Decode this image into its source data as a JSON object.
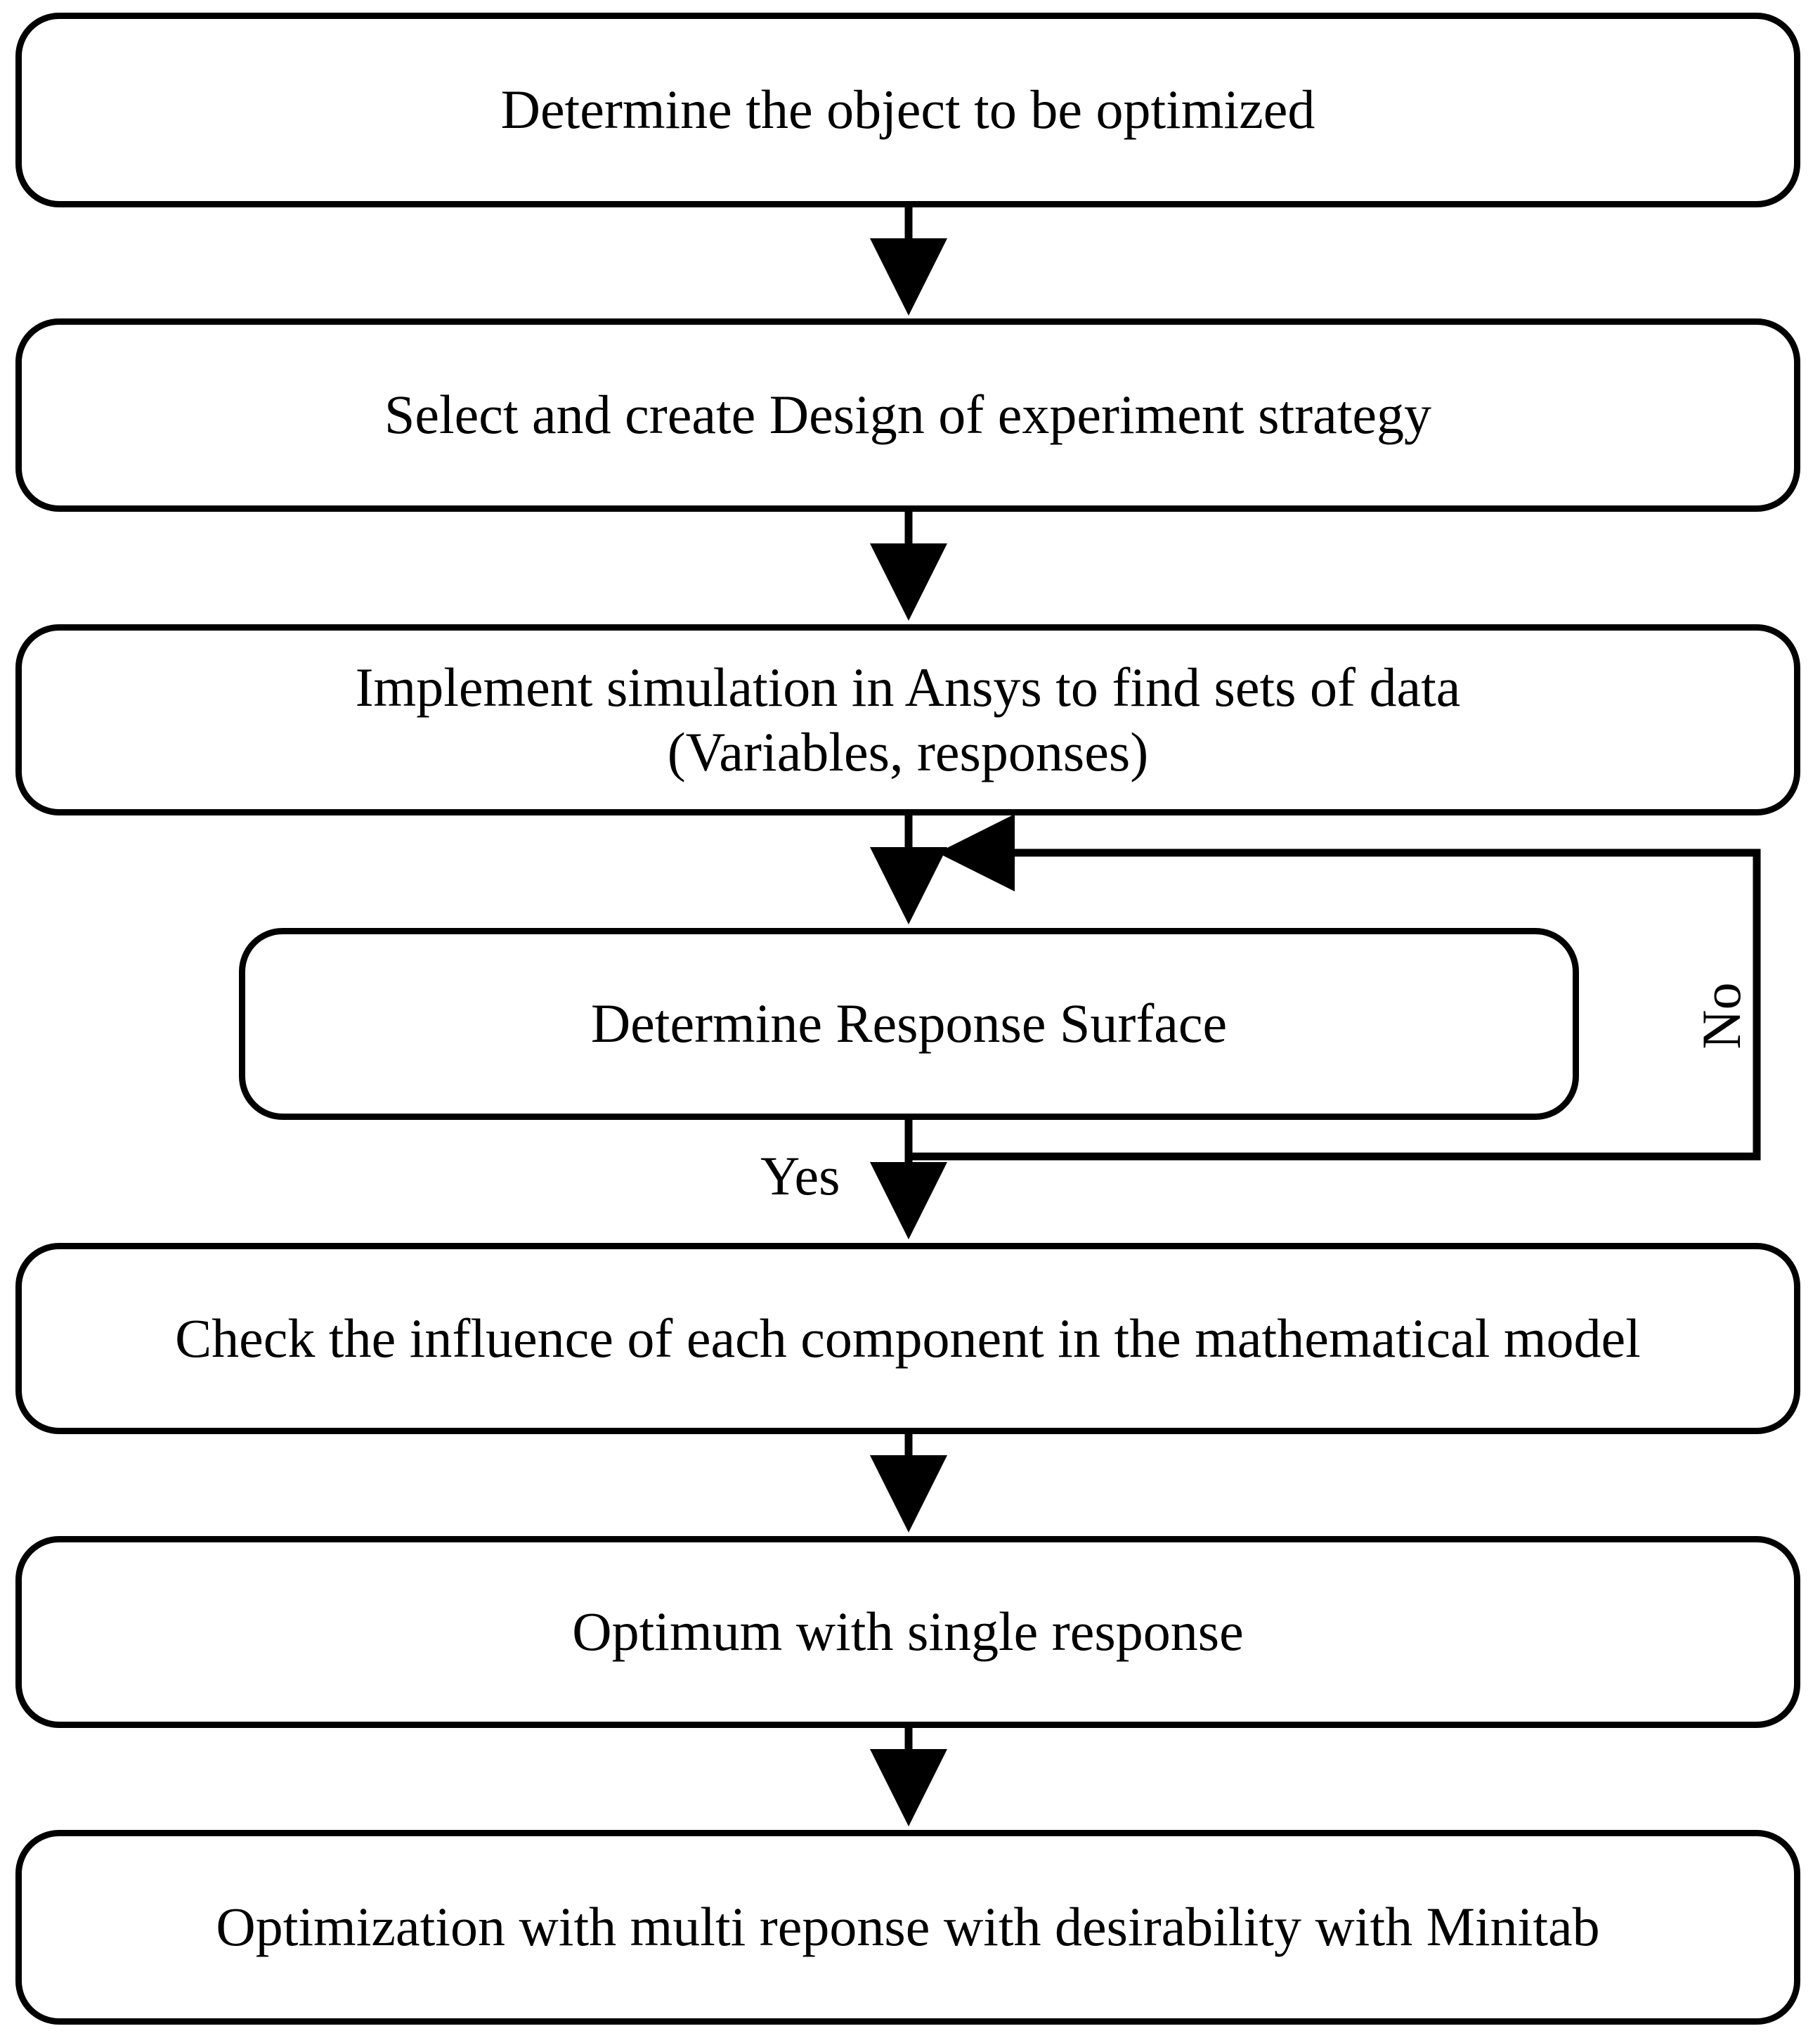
{
  "diagram": {
    "title": "Optimization workflow flowchart",
    "background_color": "#ffffff",
    "line_color": "#000000",
    "nodes": [
      {
        "id": "determine-object",
        "label": "Determine the object to be optimized",
        "shape": "rounded-rectangle"
      },
      {
        "id": "doe-strategy",
        "label": "Select and create Design of experiment strategy",
        "shape": "rounded-rectangle"
      },
      {
        "id": "ansys-simulation",
        "label": "Implement simulation in Ansys to find sets of data\n(Variables, responses)",
        "shape": "rounded-rectangle"
      },
      {
        "id": "response-surface",
        "label": "Determine Response Surface",
        "shape": "rounded-rectangle"
      },
      {
        "id": "check-influence",
        "label": "Check the influence of each component in the mathematical model",
        "shape": "rounded-rectangle"
      },
      {
        "id": "optimum-single",
        "label": "Optimum with single response",
        "shape": "rounded-rectangle"
      },
      {
        "id": "optimization-multi",
        "label": "Optimization with multi reponse with desirability with Minitab",
        "shape": "rounded-rectangle"
      }
    ],
    "edge_labels": {
      "yes": "Yes",
      "no": "No"
    },
    "edges": [
      {
        "from": "determine-object",
        "to": "doe-strategy",
        "label": ""
      },
      {
        "from": "doe-strategy",
        "to": "ansys-simulation",
        "label": ""
      },
      {
        "from": "ansys-simulation",
        "to": "response-surface",
        "label": ""
      },
      {
        "from": "response-surface",
        "to": "check-influence",
        "label": "Yes"
      },
      {
        "from": "response-surface",
        "to": "response-surface",
        "label": "No"
      },
      {
        "from": "check-influence",
        "to": "optimum-single",
        "label": ""
      },
      {
        "from": "optimum-single",
        "to": "optimization-multi",
        "label": ""
      }
    ]
  }
}
